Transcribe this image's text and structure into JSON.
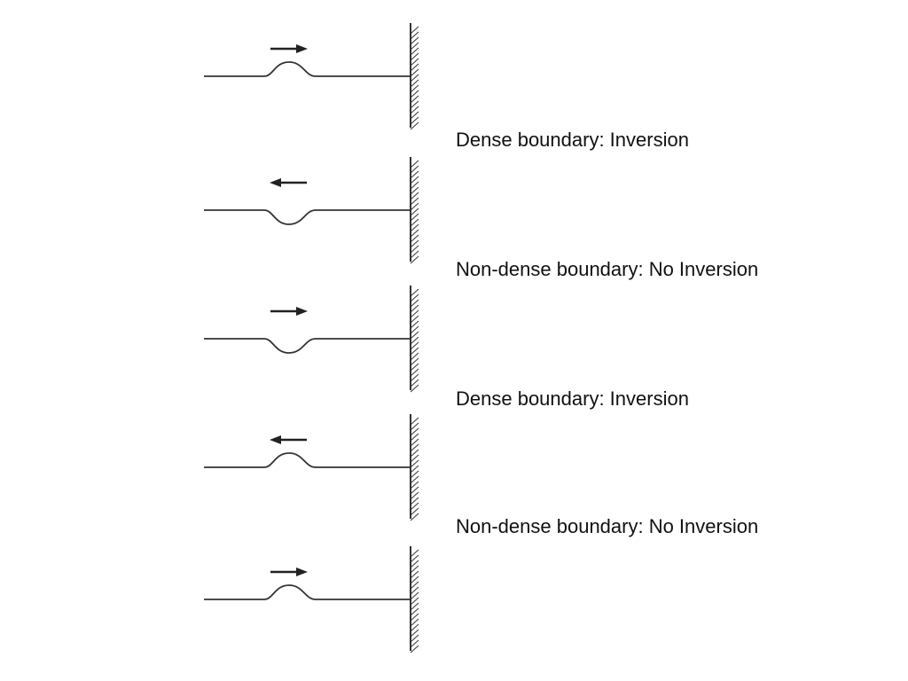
{
  "labels": [
    "Dense boundary: Inversion",
    "Non-dense boundary: No Inversion",
    "Dense boundary: Inversion",
    "Non-dense boundary: No Inversion"
  ],
  "panels": [
    {
      "pulse": "up",
      "direction": "right"
    },
    {
      "pulse": "down",
      "direction": "left"
    },
    {
      "pulse": "down",
      "direction": "right"
    },
    {
      "pulse": "up",
      "direction": "left"
    },
    {
      "pulse": "up",
      "direction": "right"
    }
  ],
  "colors": {
    "line": "#333333",
    "text": "#111111"
  }
}
